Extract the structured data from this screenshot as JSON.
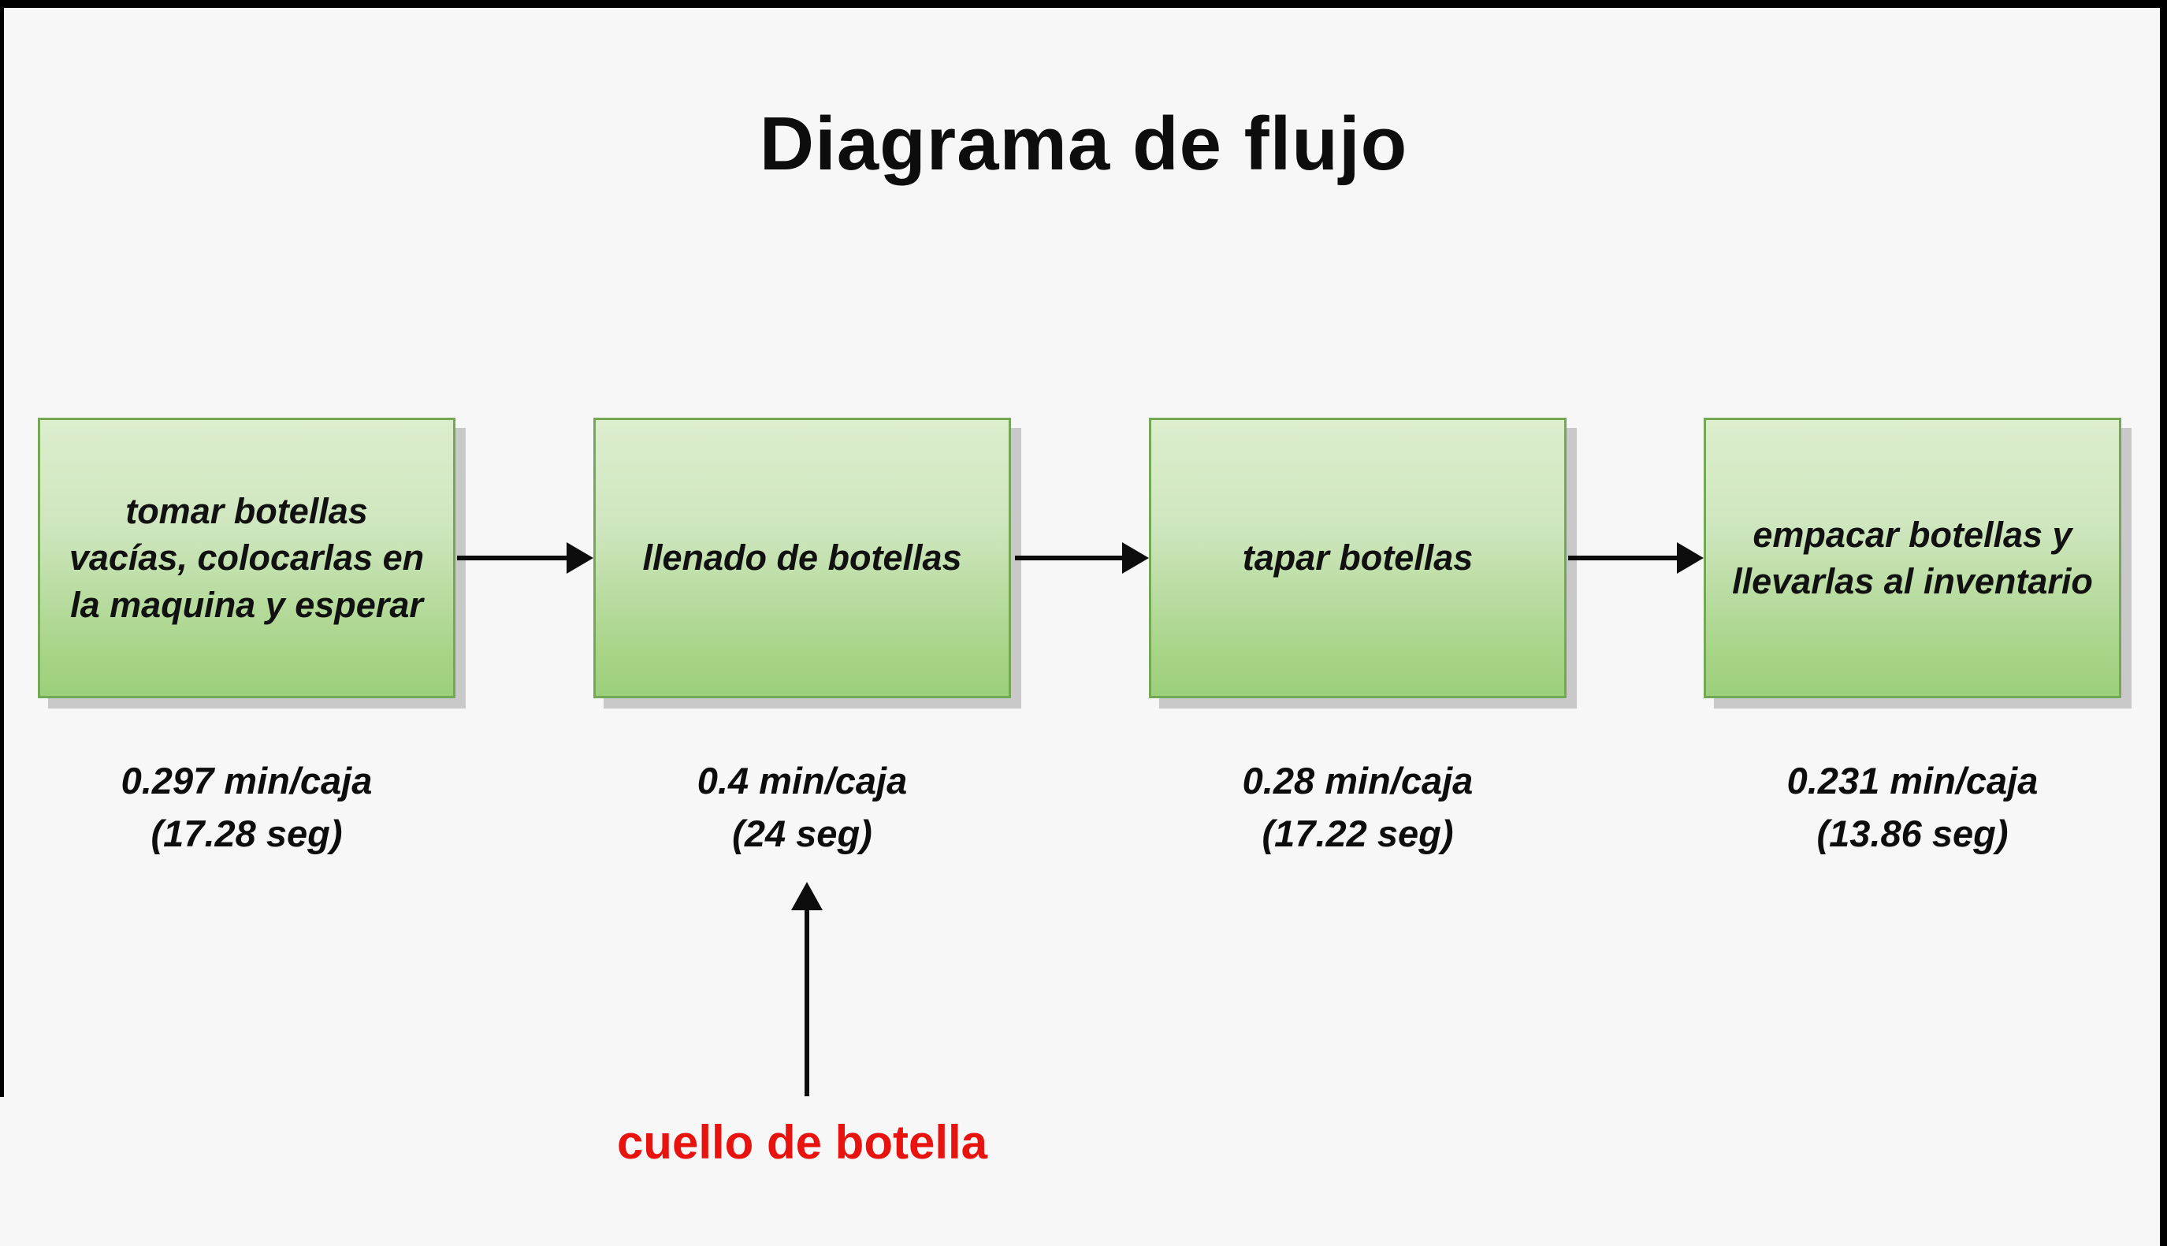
{
  "page": {
    "title": "Diagrama de flujo"
  },
  "colors": {
    "background": "#f7f7f7",
    "frame": "#000000",
    "box_border": "#74a854",
    "box_gradient_top": "#dceecd",
    "box_gradient_bottom": "#9bd07b",
    "box_shadow": "#c9c9c9",
    "arrow": "#0d0d0d",
    "bottleneck_text": "#e8120f",
    "text": "#0d0d0d"
  },
  "flow": {
    "steps": [
      {
        "label": "tomar botellas vacías, colocarlas en la maquina y esperar",
        "rate": "0.297 min/caja",
        "seconds": "(17.28 seg)"
      },
      {
        "label": "llenado de botellas",
        "rate": "0.4 min/caja",
        "seconds": "(24 seg)"
      },
      {
        "label": "tapar botellas",
        "rate": "0.28 min/caja",
        "seconds": "(17.22 seg)"
      },
      {
        "label": "empacar botellas y llevarlas al inventario",
        "rate": "0.231 min/caja",
        "seconds": "(13.86 seg)"
      }
    ]
  },
  "bottleneck": {
    "label": "cuello de botella",
    "points_to_step": "llenado de botellas"
  }
}
